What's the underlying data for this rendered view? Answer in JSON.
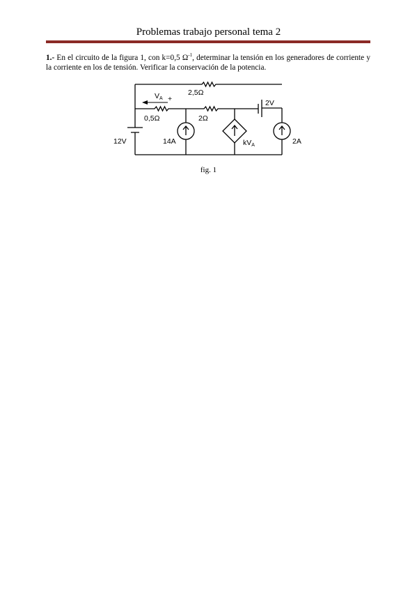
{
  "header": {
    "title": "Problemas trabajo personal tema 2"
  },
  "problem": {
    "number": "1.-",
    "text_before_sup": " En el circuito de la figura 1, con k=0,5 Ω",
    "sup": "-1",
    "text_after_sup": ", determinar la tensión en los generadores de corriente y la corriente en los de tensión. Verificar la conservación de la potencia."
  },
  "figure": {
    "labels": {
      "r_top": "2,5Ω",
      "va": "V",
      "va_sub": "A",
      "va_plus": "+",
      "r_left": "0,5Ω",
      "r_mid": "2Ω",
      "v_2": "2V",
      "v_12": "12V",
      "i_14": "14A",
      "k": "kV",
      "k_sub": "A",
      "i_2": "2A"
    },
    "caption": "fig. 1"
  }
}
